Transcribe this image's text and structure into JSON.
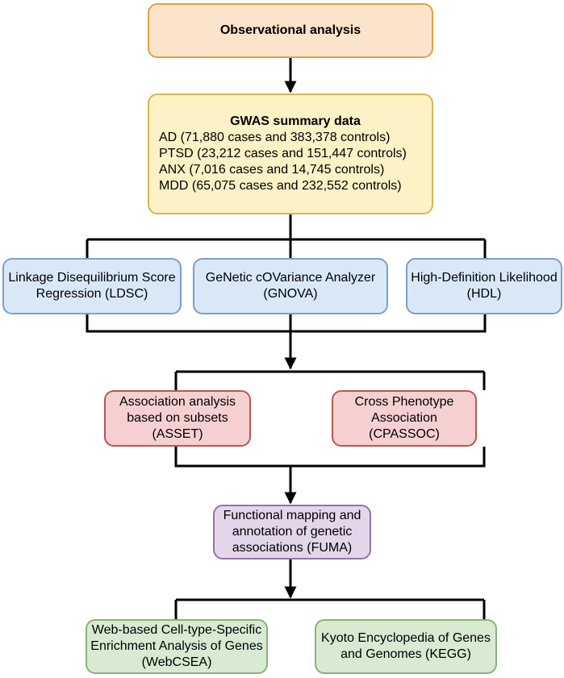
{
  "observational": {
    "title": "Observational analysis"
  },
  "gwas": {
    "title": "GWAS summary data",
    "lines": [
      "AD (71,880 cases and 383,378 controls)",
      "PTSD (23,212 cases and 151,447 controls)",
      "ANX (7,016 cases and 14,745 controls)",
      "MDD (65,075 cases and 232,552 controls)"
    ]
  },
  "ldsc": {
    "lines": [
      "Linkage Disequilibrium Score",
      "Regression (LDSC)"
    ]
  },
  "gnova": {
    "lines": [
      "GeNetic cOVariance Analyzer",
      "(GNOVA)"
    ]
  },
  "hdl": {
    "lines": [
      "High-Definition Likelihood",
      "(HDL)"
    ]
  },
  "asset": {
    "lines": [
      "Association analysis",
      "based on subsets",
      "(ASSET)"
    ]
  },
  "cpassoc": {
    "lines": [
      "Cross Phenotype",
      "Association",
      "(CPASSOC)"
    ]
  },
  "fuma": {
    "lines": [
      "Functional mapping and",
      "annotation of genetic",
      "associations (FUMA)"
    ]
  },
  "webcsea": {
    "lines": [
      "Web-based Cell-type-Specific",
      "Enrichment Analysis of Genes",
      "(WebCSEA)"
    ]
  },
  "kegg": {
    "lines": [
      "Kyoto Encyclopedia of Genes",
      "and Genomes (KEGG)"
    ]
  },
  "colors": {
    "orange_fill": "#fce3cc",
    "orange_border": "#d9a441",
    "yellow_fill": "#fdf1c6",
    "yellow_border": "#d8b654",
    "blue_fill": "#d9e8f7",
    "blue_border": "#7e9fca",
    "red_fill": "#f6d0d0",
    "red_border": "#b85653",
    "purple_fill": "#e3d6ea",
    "purple_border": "#9275a6",
    "green_fill": "#d8ead2",
    "green_border": "#8bb17a",
    "connector": "#000000"
  }
}
